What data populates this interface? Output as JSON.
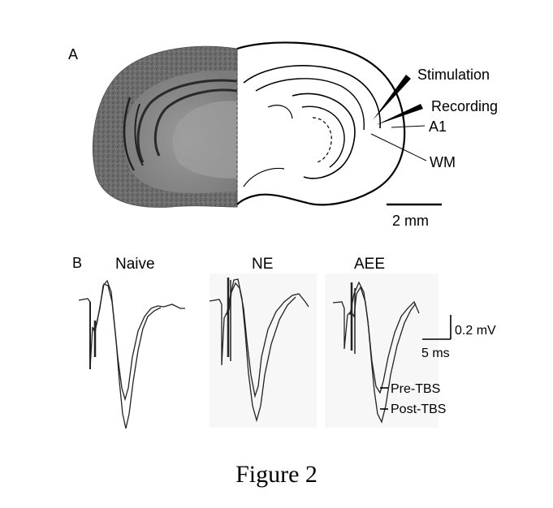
{
  "panel_a": {
    "letter": "A",
    "labels": {
      "stimulation": "Stimulation",
      "recording": "Recording",
      "a1": "A1",
      "wm": "WM"
    },
    "scale_bar": "2 mm"
  },
  "panel_b": {
    "letter": "B",
    "groups": [
      "Naive",
      "NE",
      "AEE"
    ],
    "scale": {
      "voltage": "0.2 mV",
      "time": "5 ms"
    },
    "legend": {
      "pre": "Pre-TBS",
      "post": "Post-TBS"
    }
  },
  "caption": "Figure 2"
}
